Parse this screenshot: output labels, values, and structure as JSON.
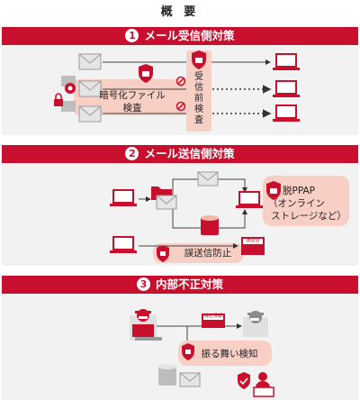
{
  "title": "概 要",
  "sections": [
    {
      "number": "1",
      "heading": "メール受信側対策"
    },
    {
      "number": "2",
      "heading": "メール送信側対策"
    },
    {
      "number": "3",
      "heading": "内部不正対策"
    }
  ],
  "s1": {
    "encrypted_scan": [
      "暗号化ファイル",
      "検査"
    ],
    "pre_scan": [
      "受",
      "信",
      "前",
      "検",
      "査"
    ]
  },
  "s2": {
    "ppap": [
      "脱PPAP",
      "（オンライン",
      "ストレージなど）"
    ],
    "misdelivery": "誤送信防止",
    "doc_label": "誤送信"
  },
  "s3": {
    "behavior": "振る舞い検知",
    "doc_label": "機密情報"
  },
  "colors": {
    "brand_red": "#c8102e",
    "panel_bg": "#f2f2f2",
    "pink": "#f7cfc4"
  }
}
